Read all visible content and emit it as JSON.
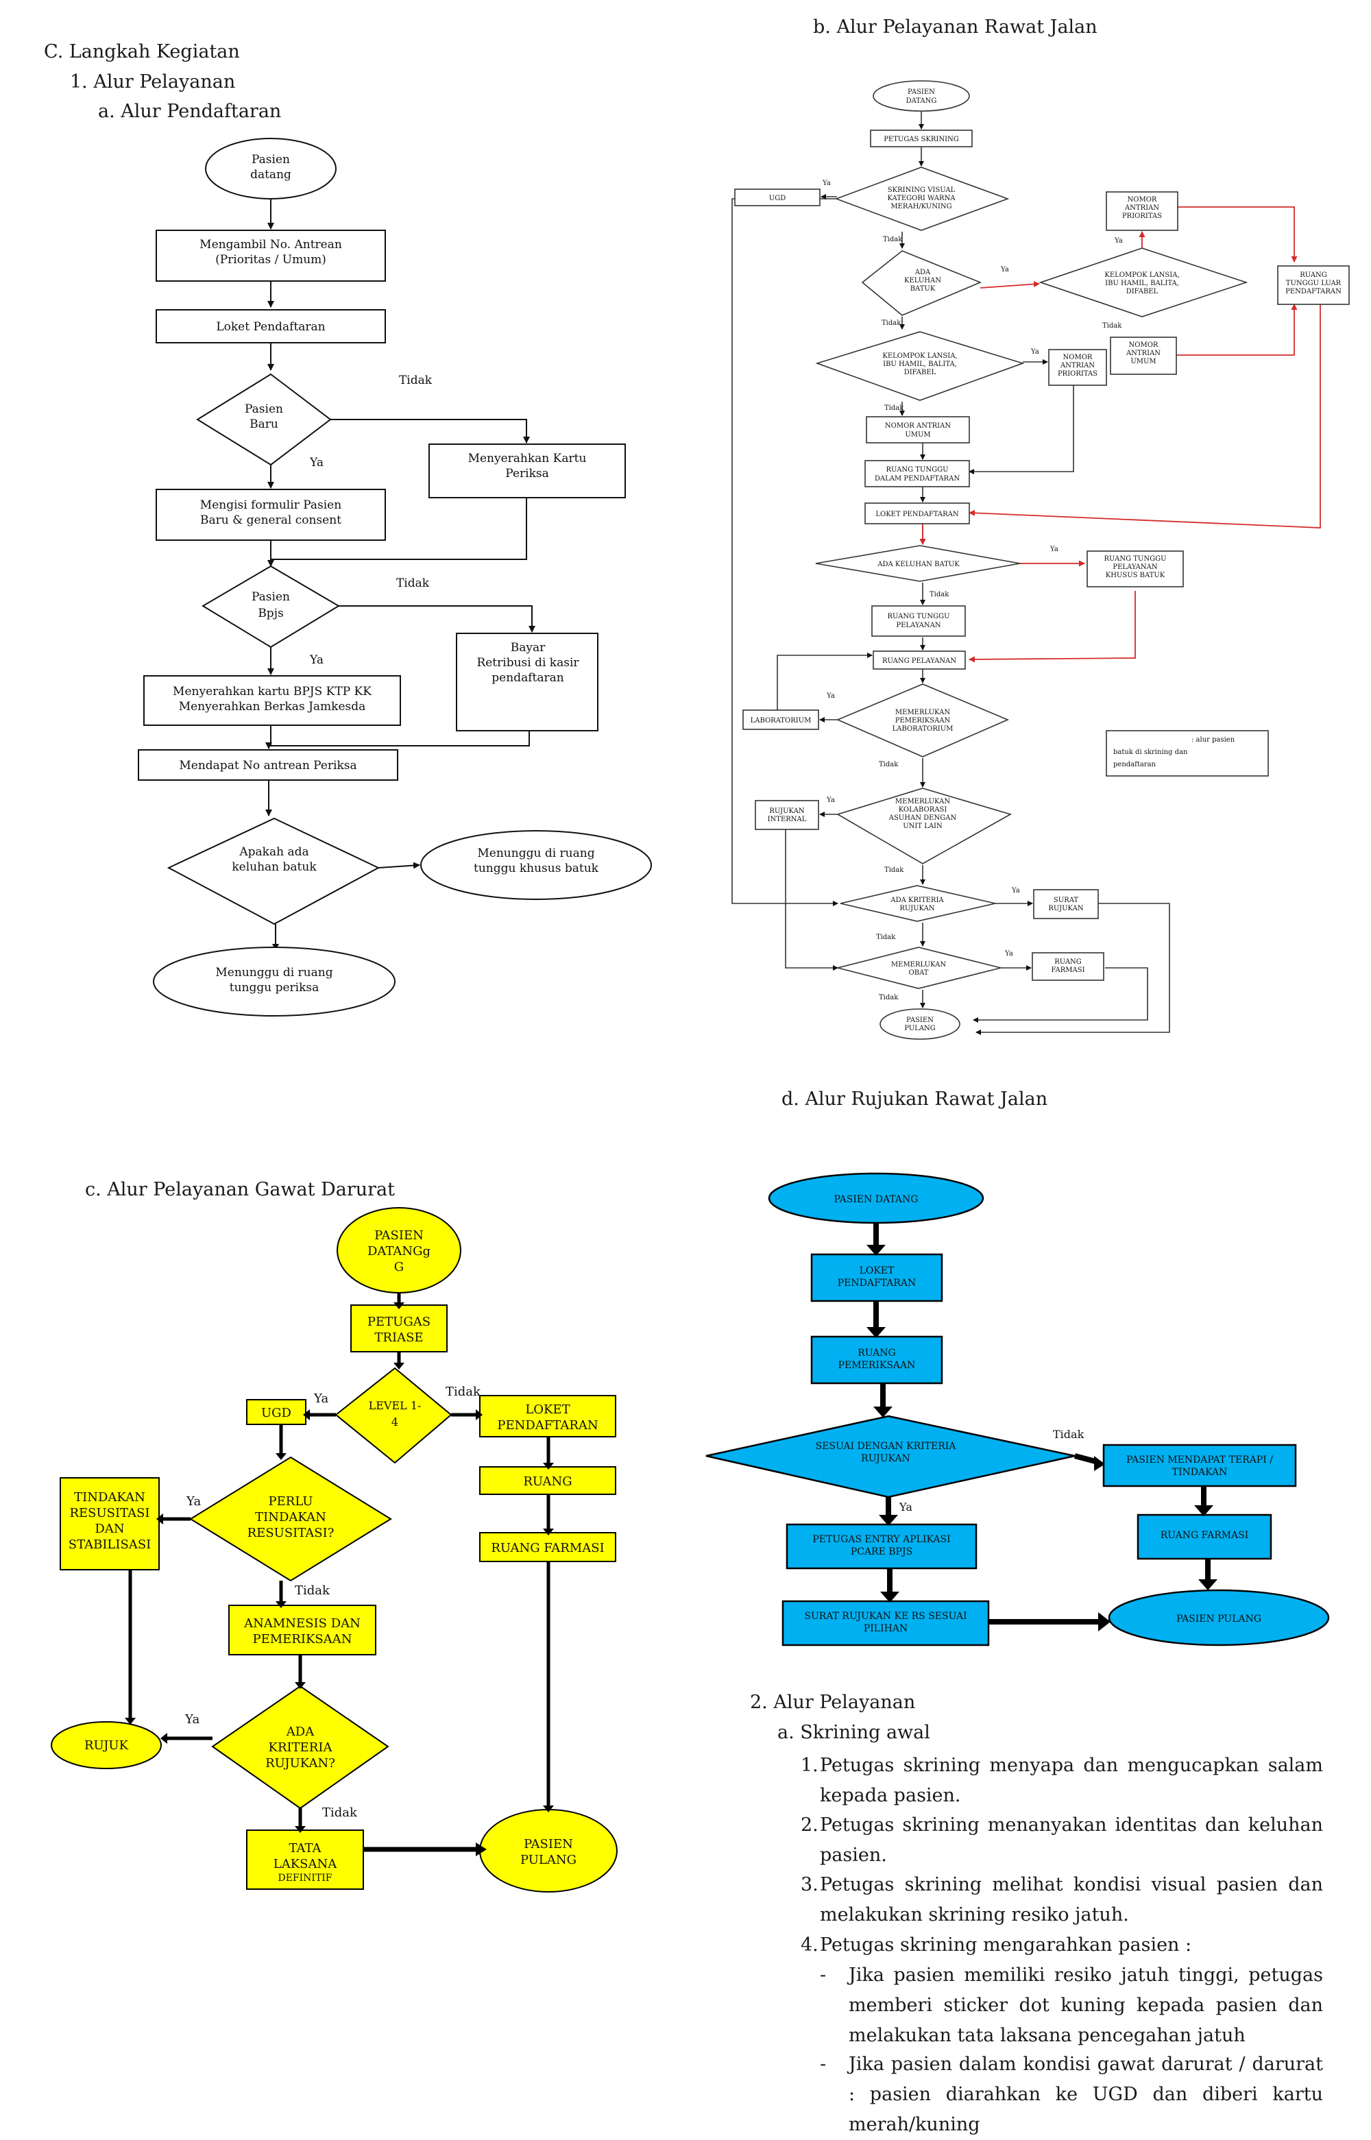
{
  "headings": {
    "c": "C.  Langkah Kegiatan",
    "c1": "1.   Alur Pelayanan",
    "a": "a.  Alur Pendaftaran",
    "b": "b.  Alur Pelayanan Rawat Jalan",
    "cc": "c.  Alur Pelayanan Gawat Darurat",
    "d": "d.  Alur Rujukan Rawat Jalan",
    "two": "2.   Alur Pelayanan",
    "two_a": "a.  Skrining awal"
  },
  "flow_a": {
    "start": [
      "Pasien",
      "datang"
    ],
    "take_number": [
      "Mengambil No. Antrean",
      "(Prioritas / Umum)"
    ],
    "loket": [
      "Loket Pendaftaran"
    ],
    "is_new": [
      "Pasien",
      "Baru"
    ],
    "label_tidak_1": "Tidak",
    "label_ya_1": "Ya",
    "submit_card": [
      "Menyerahkan Kartu",
      "Periksa"
    ],
    "fill_form": [
      "Mengisi formulir Pasien",
      "Baru & general consent"
    ],
    "is_bpjs": [
      "Pasien",
      "Bpjs"
    ],
    "label_tidak_2": "Tidak",
    "label_ya_2": "Ya",
    "pay": [
      "Bayar",
      "Retribusi di kasir",
      "pendaftaran"
    ],
    "submit_bpjs": [
      "Menyerahkan kartu BPJS KTP KK",
      "Menyerahkan Berkas Jamkesda"
    ],
    "get_number": [
      "Mendapat No antrean Periksa"
    ],
    "cough": [
      "Apakah ada",
      "keluhan batuk"
    ],
    "wait_cough": [
      "Menunggu di ruang",
      "tunggu khusus batuk"
    ],
    "wait_exam": [
      "Menunggu di ruang",
      "tunggu periksa"
    ]
  },
  "flow_b": {
    "start": [
      "PASIEN",
      "DATANG"
    ],
    "petugas": [
      "PETUGAS SKRINING"
    ],
    "skrining": [
      "SKRINING VISUAL",
      "KATEGORI WARNA",
      "MERAH/KUNING"
    ],
    "ugd": [
      "UGD"
    ],
    "ada_keluhan": [
      "ADA",
      "KELUHAN",
      "BATUK"
    ],
    "kelompok_top": [
      "KELOMPOK LANSIA,",
      "IBU HAMIL, BALITA,",
      "DIFABEL"
    ],
    "nomor_prioritas_top": [
      "NOMOR",
      "ANTRIAN",
      "PRIORITAS"
    ],
    "ruang_luar": [
      "RUANG",
      "TUNGGU LUAR",
      "PENDAFTARAN"
    ],
    "nomor_umum_right": [
      "NOMOR",
      "ANTRIAN",
      "UMUM"
    ],
    "kelompok_mid": [
      "KELOMPOK LANSIA,",
      "IBU HAMIL, BALITA,",
      "DIFABEL"
    ],
    "nomor_prioritas_mid": [
      "NOMOR",
      "ANTRIAN",
      "PRIORITAS"
    ],
    "nomor_umum": [
      "NOMOR ANTRIAN",
      "UMUM"
    ],
    "ruang_tunggu_daftar": [
      "RUANG TUNGGU",
      "DALAM PENDAFTARAN"
    ],
    "loket": [
      "LOKET PENDAFTARAN"
    ],
    "ada_keluhan_batuk": [
      "ADA KELUHAN BATUK"
    ],
    "ruang_khusus": [
      "RUANG TUNGGU",
      "PELAYANAN",
      "KHUSUS BATUK"
    ],
    "ruang_tunggu_pelayanan": [
      "RUANG TUNGGU",
      "PELAYANAN"
    ],
    "ruang_pelayanan": [
      "RUANG PELAYANAN"
    ],
    "lab": [
      "LABORATORIUM"
    ],
    "memerlukan_lab": [
      "MEMERLUKAN",
      "PEMERIKSAAN",
      "LABORATORIUM"
    ],
    "rujukan_internal": [
      "RUJUKAN",
      "INTERNAL"
    ],
    "kolaborasi": [
      "MEMERLUKAN",
      "KOLABORASI",
      "ASUHAN DENGAN",
      "UNIT LAIN"
    ],
    "kriteria": [
      "ADA KRITERIA",
      "RUJUKAN"
    ],
    "surat": [
      "SURAT",
      "RUJUKAN"
    ],
    "obat": [
      "MEMERLUKAN",
      "OBAT"
    ],
    "farmasi": [
      "RUANG",
      "FARMASI"
    ],
    "pulang": [
      "PASIEN",
      "PULANG"
    ],
    "legend": [
      ": alur pasien",
      "batuk di skrining dan",
      "pendaftaran"
    ],
    "ya": "Ya",
    "tidak": "Tidak",
    "red": "#d42a2a"
  },
  "flow_c": {
    "start": [
      "PASIEN",
      "DATANGg",
      "G"
    ],
    "triase": [
      "PETUGAS",
      "TRIASE"
    ],
    "level": [
      "LEVEL 1-",
      "4"
    ],
    "ugd": [
      "UGD"
    ],
    "loket": [
      "LOKET",
      "PENDAFTARAN"
    ],
    "ruang": [
      "RUANG"
    ],
    "farmasi": [
      "RUANG FARMASI"
    ],
    "perlu": [
      "PERLU",
      "TINDAKAN",
      "RESUSITASI?"
    ],
    "tindakan": [
      "TINDAKAN",
      "RESUSITASI",
      "DAN",
      "STABILISASI"
    ],
    "anamnesis": [
      "ANAMNESIS DAN",
      "PEMERIKSAAN"
    ],
    "kriteria": [
      "ADA",
      "KRITERIA",
      "RUJUKAN?"
    ],
    "rujuk": [
      "RUJUK"
    ],
    "tata": [
      "TATA",
      "LAKSANA",
      "DEFINITIF"
    ],
    "pulang": [
      "PASIEN",
      "PULANG"
    ],
    "ya": "Ya",
    "tidak": "Tidak",
    "yellow": "#ffff00"
  },
  "flow_d": {
    "start": [
      "PASIEN DATANG"
    ],
    "loket": [
      "LOKET",
      "PENDAFTARAN"
    ],
    "ruang": [
      "RUANG",
      "PEMERIKSAAN"
    ],
    "sesuai": [
      "SESUAI DENGAN KRITERIA",
      "RUJUKAN"
    ],
    "tidak": "Tidak",
    "ya": "Ya",
    "terapi": [
      "PASIEN MENDAPAT TERAPI /",
      "TINDAKAN"
    ],
    "petugas": [
      "PETUGAS ENTRY APLIKASI",
      "PCARE BPJS"
    ],
    "farmasi": [
      "RUANG FARMASI"
    ],
    "surat": [
      "SURAT RUJUKAN KE RS SESUAI",
      "PILIHAN"
    ],
    "pulang": [
      "PASIEN PULANG"
    ],
    "blue": "#00b0f0"
  },
  "skrining_items": [
    {
      "num": "1.",
      "text": "Petugas skrining menyapa dan mengucapkan salam kepada pasien."
    },
    {
      "num": "2.",
      "text": "Petugas skrining menanyakan identitas dan keluhan pasien."
    },
    {
      "num": "3.",
      "text": "Petugas skrining melihat kondisi visual pasien dan melakukan skrining resiko jatuh."
    },
    {
      "num": "4.",
      "text": "Petugas skrining mengarahkan pasien :"
    }
  ],
  "skrining_sub": [
    {
      "dash": "-",
      "text": "Jika pasien memiliki resiko jatuh tinggi, petugas memberi sticker dot kuning kepada pasien dan melakukan tata laksana pencegahan jatuh"
    },
    {
      "dash": "-",
      "text": "Jika pasien dalam kondisi gawat darurat / darurat : pasien diarahkan ke UGD dan diberi kartu merah/kuning"
    }
  ]
}
